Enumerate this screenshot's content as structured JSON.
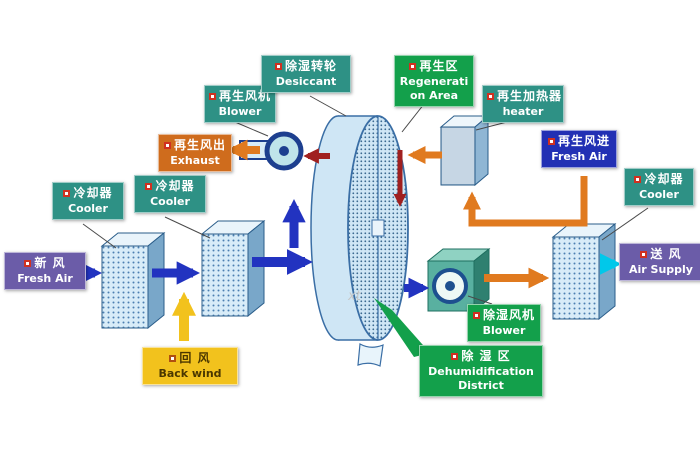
{
  "watermark": "xt",
  "colors": {
    "label_teal": "#2e9185",
    "label_purple": "#6b5ca8",
    "label_yellow": "#f2c21d",
    "label_orange": "#cf6c1d",
    "label_green": "#13a04b",
    "label_blue": "#2230b4",
    "arrow_blue": "#2233c0",
    "arrow_orange": "#e07a1f",
    "arrow_red": "#a02020",
    "arrow_cyan": "#00c8ea",
    "arrow_yellow": "#f2c21d"
  },
  "labels": {
    "fresh_air_in": {
      "zh": "新 风",
      "en": "Fresh Air"
    },
    "cooler1": {
      "zh": "冷却器",
      "en": "Cooler"
    },
    "cooler2": {
      "zh": "冷却器",
      "en": "Cooler"
    },
    "back_wind": {
      "zh": "回 风",
      "en": "Back wind"
    },
    "regen_blower": {
      "zh": "再生风机",
      "en": "Blower"
    },
    "exhaust": {
      "zh": "再生风出",
      "en": "Exhaust"
    },
    "desiccant": {
      "zh": "除湿转轮",
      "en": "Desiccant"
    },
    "regen_area": {
      "zh": "再生区",
      "en": "Regeneration Area"
    },
    "heater": {
      "zh": "再生加热器",
      "en": "heater"
    },
    "regen_fresh_air": {
      "zh": "再生风进",
      "en": "Fresh Air"
    },
    "cooler3": {
      "zh": "冷却器",
      "en": "Cooler"
    },
    "air_supply": {
      "zh": "送 风",
      "en": "Air Supply"
    },
    "dehum_blower": {
      "zh": "除湿风机",
      "en": "Blower"
    },
    "dehum_district": {
      "zh": "除 湿 区",
      "en": "Dehumidification District"
    }
  }
}
